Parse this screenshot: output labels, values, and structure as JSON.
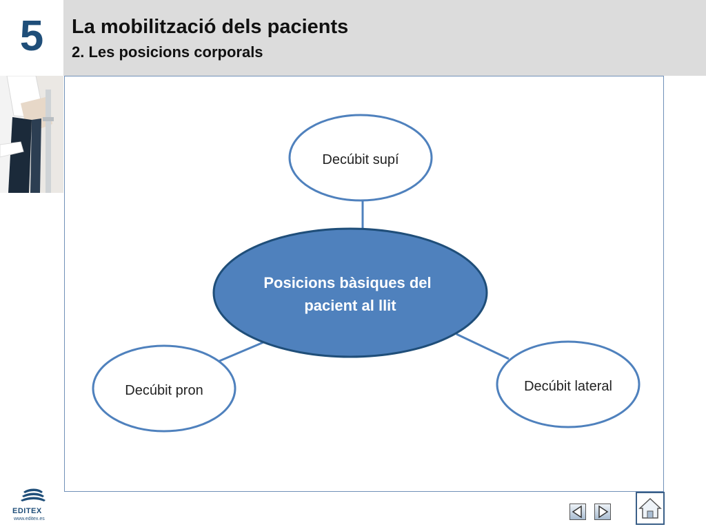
{
  "header": {
    "chapter_number": "5",
    "title": "La mobilització dels pacients",
    "subtitle": "2. Les posicions corporals"
  },
  "diagram": {
    "center": {
      "line1": "Posicions bàsiques del",
      "line2": "pacient al llit"
    },
    "nodes": {
      "top": "Decúbit supí",
      "left": "Decúbit pron",
      "right": "Decúbit lateral"
    }
  },
  "colors": {
    "accent": "#4f81bd",
    "stroke": "#1f4e79",
    "node_stroke": "#4f81bd",
    "center_text": "#ffffff"
  },
  "footer": {
    "logo_text": "EDITEX",
    "logo_url": "www.editex.es",
    "icons": [
      "prev-arrow-icon",
      "next-arrow-icon",
      "home-icon"
    ]
  }
}
